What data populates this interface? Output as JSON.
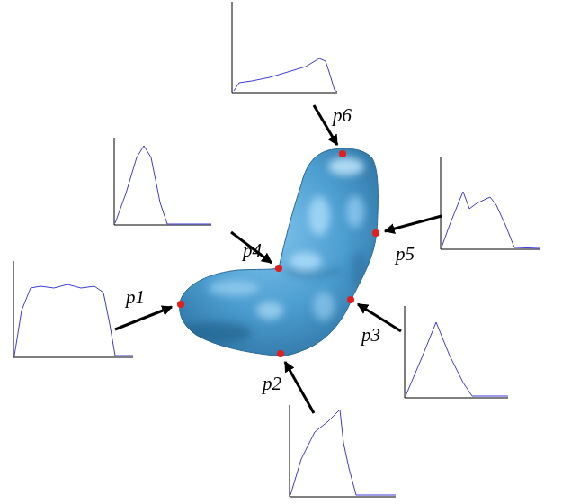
{
  "diagram": {
    "labels": [
      "p1",
      "p2",
      "p3",
      "p4",
      "p5",
      "p6"
    ]
  }
}
